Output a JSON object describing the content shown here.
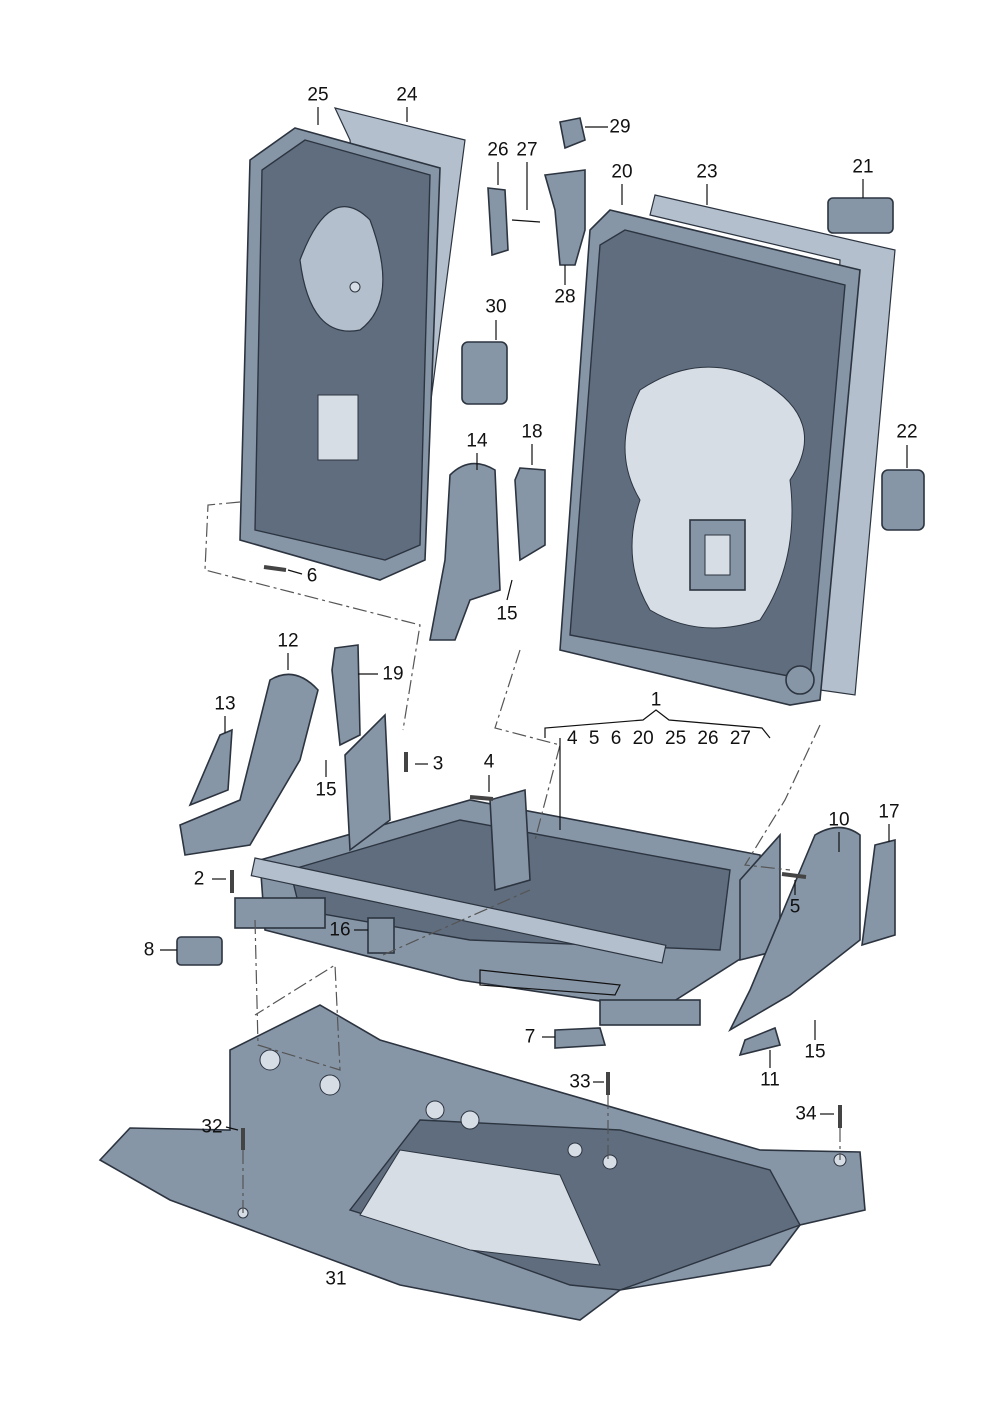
{
  "diagram": {
    "title": "Rear seat frame exploded parts view",
    "callouts": {
      "n1": "1",
      "n2": "2",
      "n3": "3",
      "n4": "4",
      "n5": "5",
      "n6": "6",
      "n7": "7",
      "n8": "8",
      "n10": "10",
      "n11": "11",
      "n12": "12",
      "n13": "13",
      "n14": "14",
      "n15a": "15",
      "n15b": "15",
      "n15c": "15",
      "n16": "16",
      "n17": "17",
      "n18": "18",
      "n19": "19",
      "n20": "20",
      "n21": "21",
      "n22": "22",
      "n23": "23",
      "n24": "24",
      "n25": "25",
      "n26": "26",
      "n27": "27",
      "n28": "28",
      "n29": "29",
      "n30": "30",
      "n31": "31",
      "n32": "32",
      "n33": "33",
      "n34": "34"
    },
    "assembly_group": [
      "4",
      "5",
      "6",
      "20",
      "25",
      "26",
      "27"
    ]
  }
}
